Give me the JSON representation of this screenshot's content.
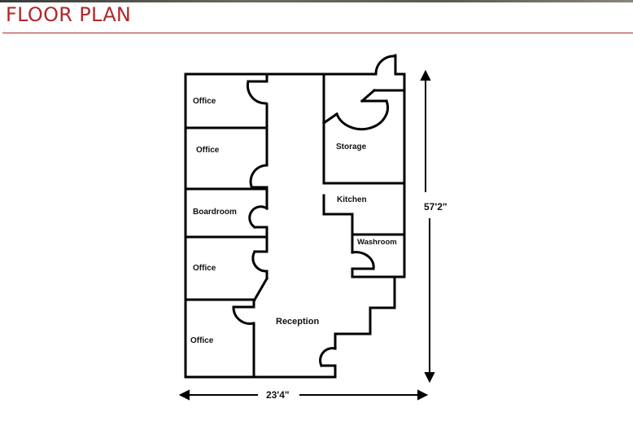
{
  "header": {
    "title": "FLOOR PLAN",
    "accent_color": "#b1282a"
  },
  "floor_plan": {
    "rooms": [
      {
        "label": "Office"
      },
      {
        "label": "Office"
      },
      {
        "label": "Storage"
      },
      {
        "label": "Kitchen"
      },
      {
        "label": "Boardroom"
      },
      {
        "label": "Washroom"
      },
      {
        "label": "Office"
      },
      {
        "label": "Reception"
      },
      {
        "label": "Office"
      }
    ],
    "dimensions": {
      "height": "57'2\"",
      "width": "23'4\""
    },
    "wall_color": "#000000"
  }
}
